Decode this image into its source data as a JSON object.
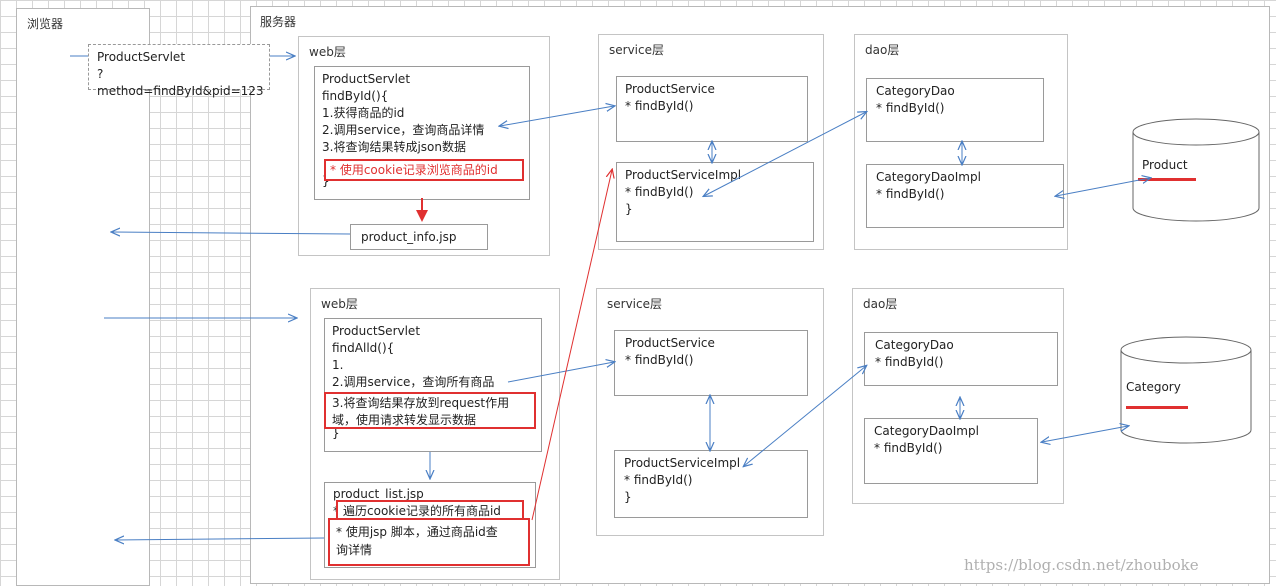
{
  "browser": {
    "title": "浏览器"
  },
  "server": {
    "title": "服务器"
  },
  "request": {
    "line1": "ProductServlet",
    "line2": "?method=findById&pid=123"
  },
  "top": {
    "web": {
      "title": "web层",
      "servlet": [
        "ProductServlet",
        "findById(){",
        "1.获得商品的id",
        "2.调用service，查询商品详情",
        "3.将查询结果转成json数据"
      ],
      "highlight": "* 使用cookie记录浏览商品的id",
      "close": "}",
      "jsp": "product_info.jsp"
    },
    "service": {
      "title": "service层",
      "iface": [
        "ProductService",
        "* findById()"
      ],
      "impl": [
        "ProductServiceImpl",
        "* findById()",
        "}"
      ]
    },
    "dao": {
      "title": "dao层",
      "iface": [
        "CategoryDao",
        "* findById()"
      ],
      "impl": [
        "CategoryDaoImpl",
        "* findById()"
      ]
    },
    "db": "Product"
  },
  "bottom": {
    "web": {
      "title": "web层",
      "servlet": [
        "ProductServlet",
        "findAlld(){",
        "1.",
        "2.调用service，查询所有商品"
      ],
      "highlight": [
        "3.将查询结果存放到request作用",
        "域，使用请求转发显示数据"
      ],
      "close": "}",
      "jsp_title": "product_list.jsp",
      "jsp_hl1": "遍历cookie记录的所有商品id",
      "jsp_bullet": "*",
      "jsp_hl2": [
        "* 使用jsp 脚本，通过商品id查",
        "询详情"
      ]
    },
    "service": {
      "title": "service层",
      "iface": [
        "ProductService",
        "* findById()"
      ],
      "impl": [
        "ProductServiceImpl",
        "* findById()",
        "}"
      ]
    },
    "dao": {
      "title": "dao层",
      "iface": [
        "CategoryDao",
        "* findById()"
      ],
      "impl": [
        "CategoryDaoImpl",
        "* findById()"
      ]
    },
    "db": "Category"
  },
  "watermark": "https://blog.csdn.net/zhouboke",
  "colors": {
    "blue_arrow": "#4a7fc4",
    "red": "#e03030"
  }
}
